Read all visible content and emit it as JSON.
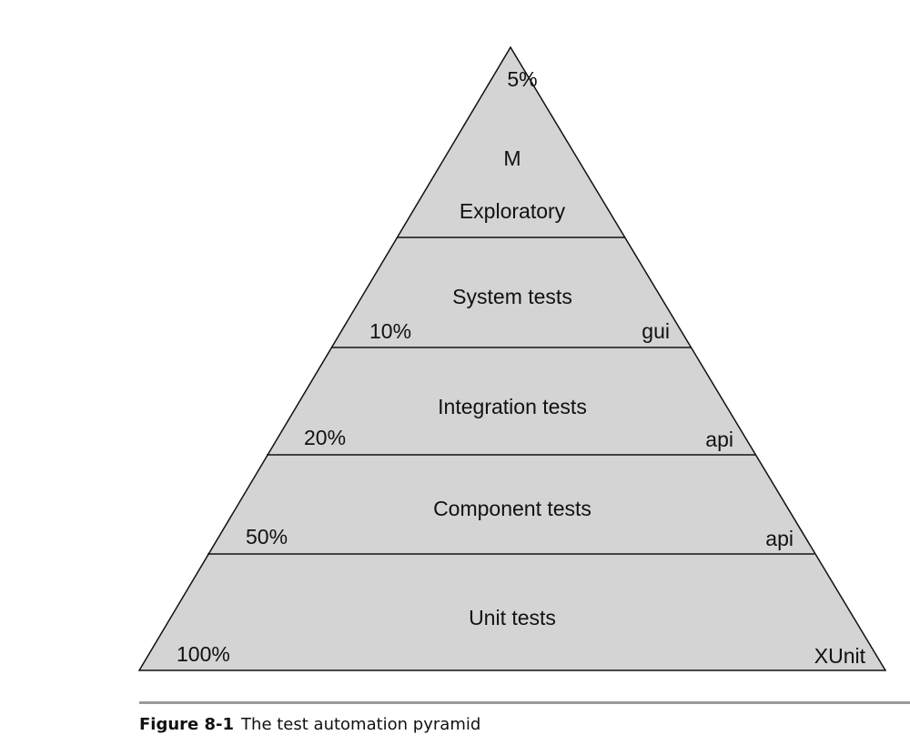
{
  "diagram": {
    "top": {
      "percent": "5%",
      "marker": "M",
      "label": "Exploratory"
    },
    "layers": [
      {
        "label": "System tests",
        "percent": "10%",
        "tool": "gui"
      },
      {
        "label": "Integration tests",
        "percent": "20%",
        "tool": "api"
      },
      {
        "label": "Component tests",
        "percent": "50%",
        "tool": "api"
      },
      {
        "label": "Unit tests",
        "percent": "100%",
        "tool": "XUnit"
      }
    ],
    "fill_color": "#d4d4d4",
    "stroke_color": "#111111"
  },
  "caption": {
    "number": "Figure 8-1",
    "text": "The test automation pyramid"
  }
}
